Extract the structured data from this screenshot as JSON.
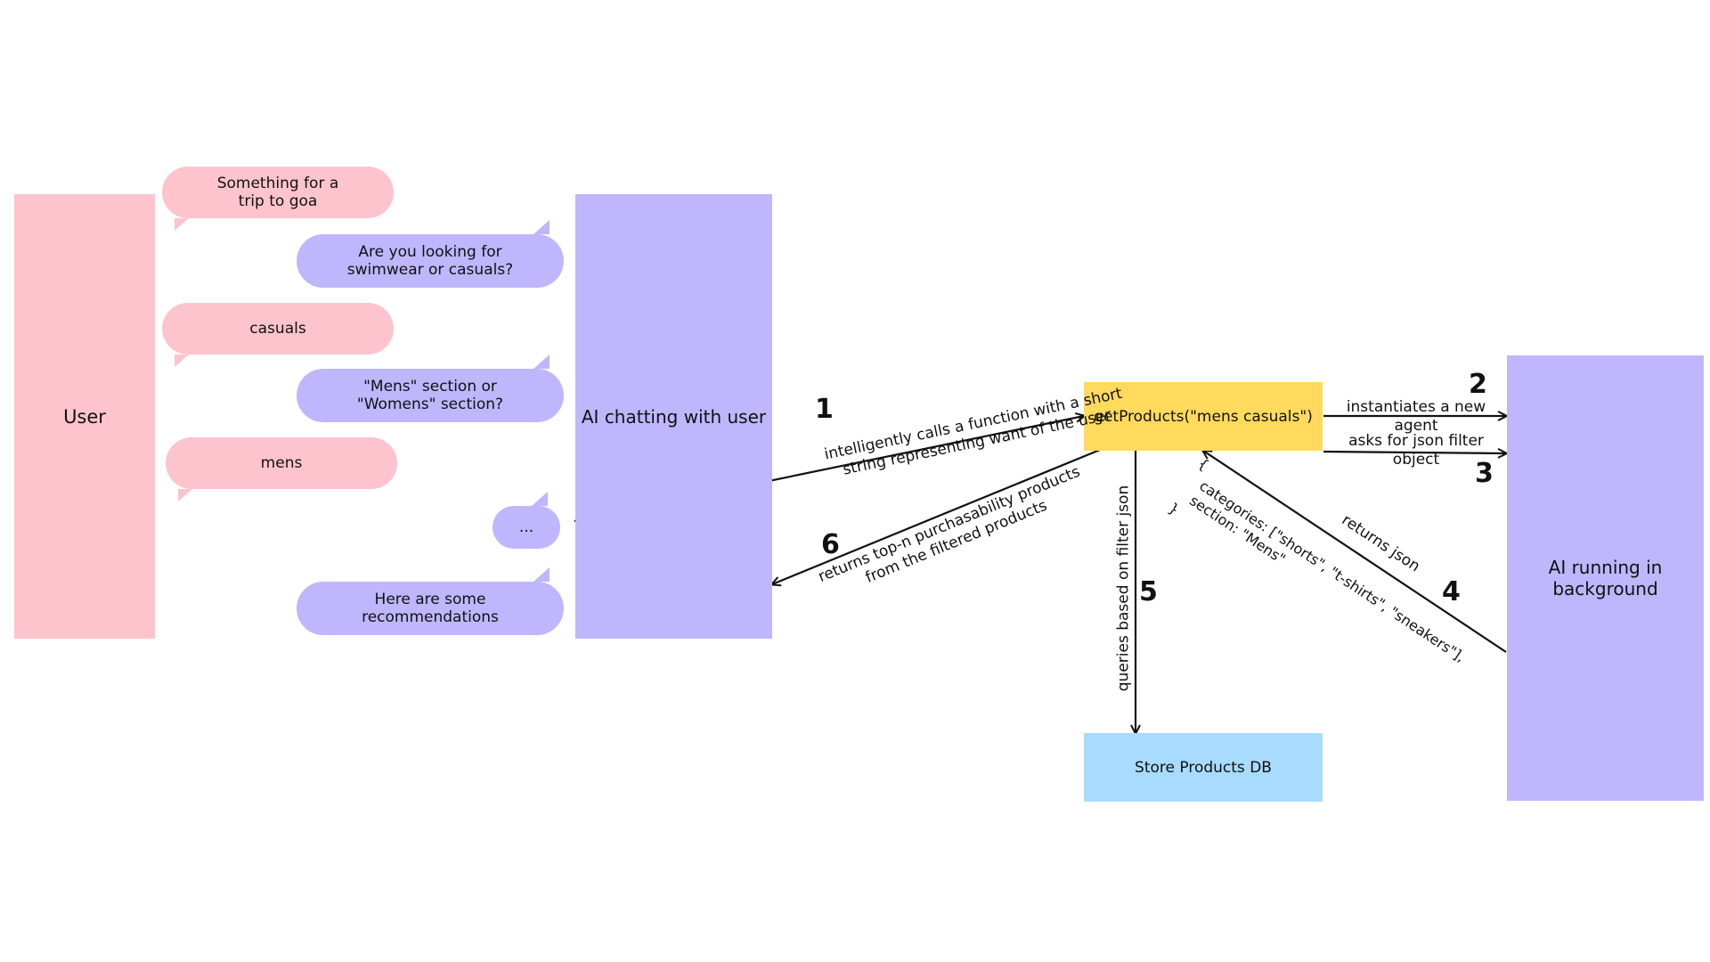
{
  "nodes": {
    "user": "User",
    "ai_chat": "AI chatting with user",
    "get_products": "getProducts(\"mens casuals\")",
    "store_db": "Store Products DB",
    "ai_background": "AI running in\nbackground"
  },
  "chat": [
    {
      "from": "user",
      "text": "Something for a\ntrip to goa"
    },
    {
      "from": "ai",
      "text": "Are you looking for\nswimwear or casuals?"
    },
    {
      "from": "user",
      "text": "casuals"
    },
    {
      "from": "ai",
      "text": "\"Mens\" section or\n\"Womens\" section?"
    },
    {
      "from": "user",
      "text": "mens"
    },
    {
      "from": "ai",
      "text": "..."
    },
    {
      "from": "ai",
      "text": "Here are some\nrecommendations"
    }
  ],
  "steps": [
    {
      "number": "1",
      "label": "intelligently calls a function with a short\nstring representing want of the user"
    },
    {
      "number": "2",
      "label": "instantiates a new agent"
    },
    {
      "number": "3",
      "label": "asks for json filter\nobject"
    },
    {
      "number": "4",
      "label": "returns json"
    },
    {
      "number": "5",
      "label": "queries based on filter json"
    },
    {
      "number": "6",
      "label": "returns top-n purchasability products\nfrom the filtered products"
    }
  ],
  "json_payload": "{\n   categories: [\"shorts\", \"t-shirts\", \"sneakers\"],\n   section: \"Mens\"\n}",
  "colors": {
    "user": "#fdc4ce",
    "ai": "#c0b6fd",
    "function": "#ffda5c",
    "database": "#a8dbfd"
  }
}
